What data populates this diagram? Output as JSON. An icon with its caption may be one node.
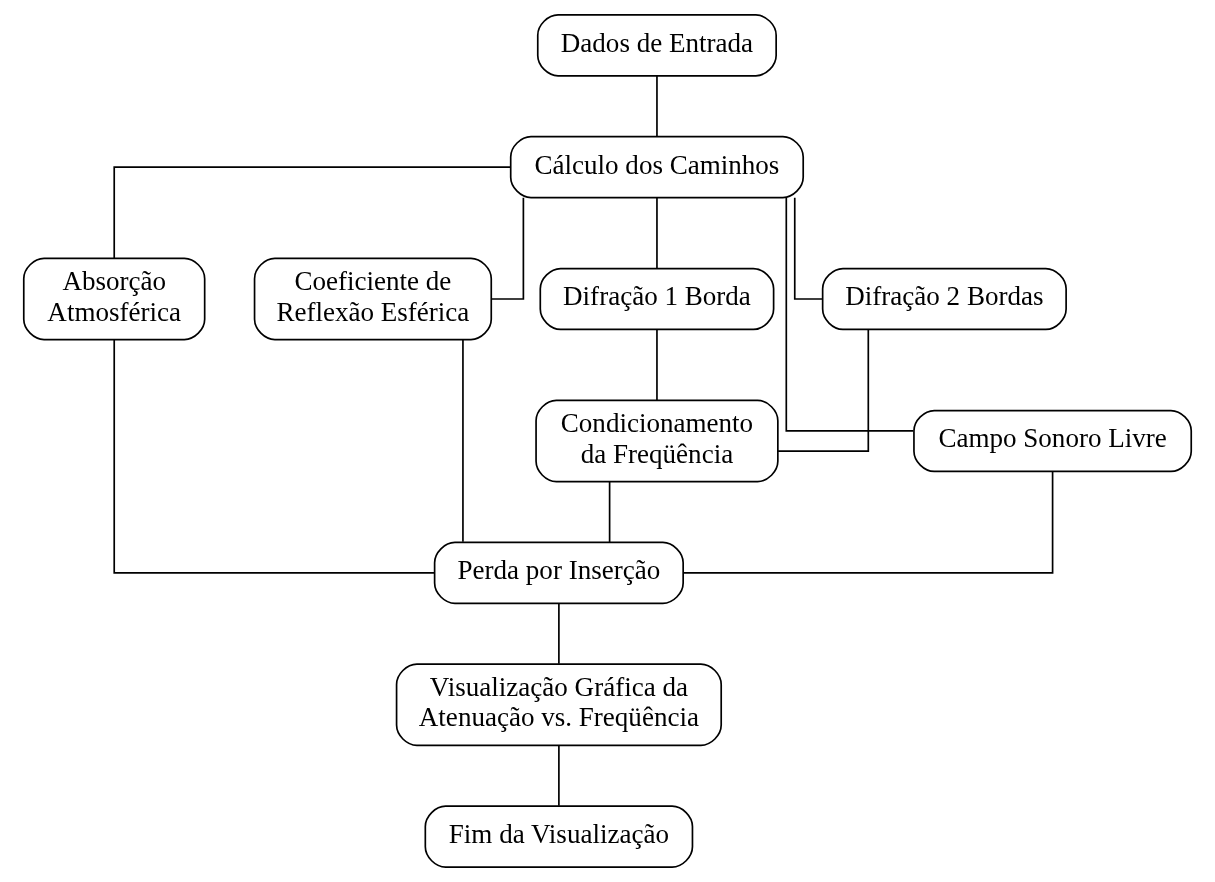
{
  "diagram": {
    "nodes": [
      {
        "text": [
          "Dados de Entrada"
        ]
      },
      {
        "text": [
          "Cálculo dos Caminhos"
        ]
      },
      {
        "text": [
          "Absorção Atmosférica"
        ]
      },
      {
        "text": [
          "Coeficiente de Reflexão Esférica"
        ]
      },
      {
        "text": [
          "Difração 1 Borda"
        ]
      },
      {
        "text": [
          "Difração 2 Bordas"
        ]
      },
      {
        "text": [
          "Campo Sonoro Livre"
        ]
      },
      {
        "text": [
          "Condicionamento da Freqüência"
        ]
      },
      {
        "text": [
          "Perda por Inserção"
        ]
      },
      {
        "text": [
          "Visualização Gráfica da Atenuação vs. Freqüência"
        ]
      },
      {
        "text": [
          "Fim da Visualização"
        ]
      }
    ],
    "edges": [
      {
        "from": 0,
        "to": 1,
        "arrow": "none"
      },
      {
        "from": 1,
        "to": 2,
        "arrow": "none"
      },
      {
        "from": 1,
        "to": 3,
        "arrow": "none"
      },
      {
        "from": 1,
        "to": 6,
        "arrow": "none"
      },
      {
        "from": 1,
        "to": 4,
        "arrow": "none"
      },
      {
        "from": 1,
        "to": 5,
        "arrow": "none"
      },
      {
        "from": 4,
        "to": 7,
        "arrow": "none"
      },
      {
        "from": 5,
        "to": 7,
        "arrow": "none"
      },
      {
        "from": 2,
        "to": 8,
        "arrow": "none"
      },
      {
        "from": 3,
        "to": 8,
        "arrow": "none"
      },
      {
        "from": 6,
        "to": 8,
        "arrow": "none"
      },
      {
        "from": 7,
        "to": 8,
        "arrow": "none"
      },
      {
        "from": 8,
        "to": 9,
        "arrow": "none"
      },
      {
        "from": 9,
        "to": 10,
        "arrow": "none"
      }
    ]
  }
}
